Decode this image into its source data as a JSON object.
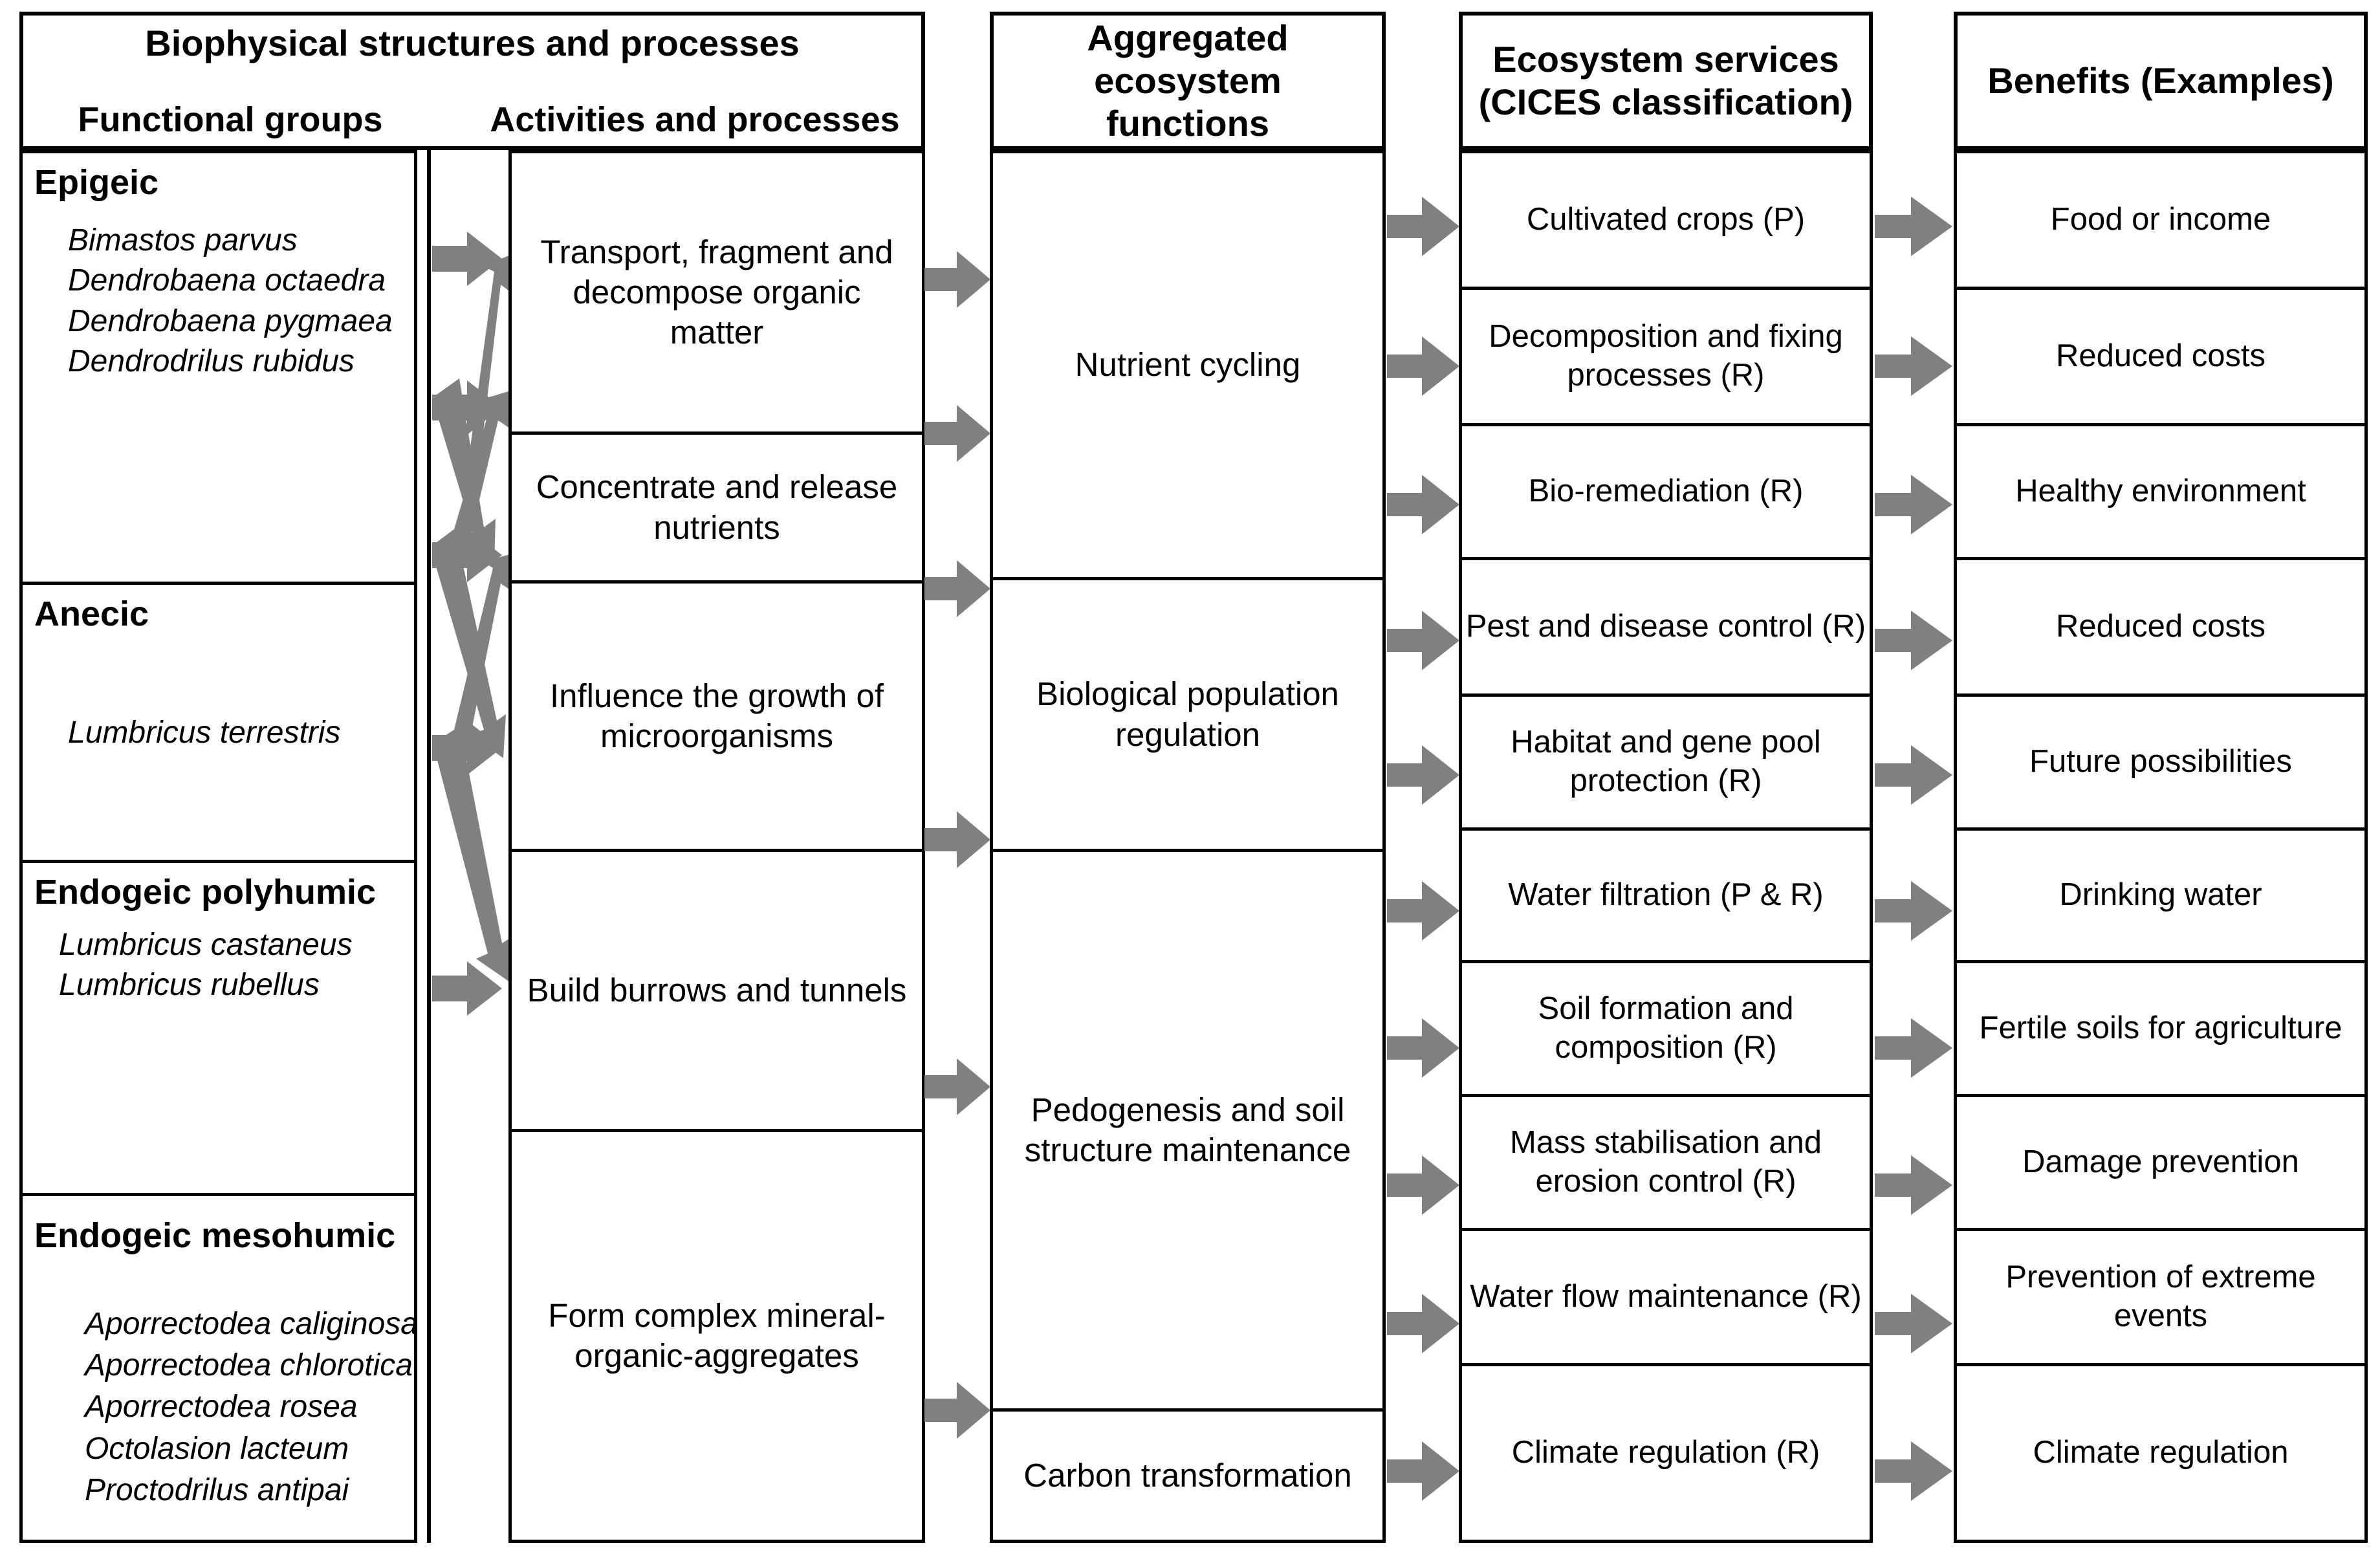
{
  "diagram": {
    "title": "Earthworm functional groups to benefits cascade",
    "arrow_color": "#808080",
    "line_color": "#000000",
    "background": "#ffffff"
  },
  "columns": {
    "biophysical": {
      "band_title": "Biophysical structures and processes",
      "sub_left": "Functional  groups",
      "sub_right": "Activities and processes"
    },
    "functions": {
      "title_line1": "Aggregated ecosystem",
      "title_line2": "functions"
    },
    "services": {
      "title_line1": "Ecosystem services",
      "title_line2": "(CICES classification)"
    },
    "benefits": {
      "title": "Benefits (Examples)"
    }
  },
  "functional_groups": [
    {
      "name": "Epigeic",
      "species": [
        "Bimastos parvus",
        "Dendrobaena octaedra",
        "Dendrobaena pygmaea",
        "Dendrodrilus rubidus"
      ]
    },
    {
      "name": "Anecic",
      "species": [
        "Lumbricus terrestris"
      ]
    },
    {
      "name": "Endogeic polyhumic",
      "species": [
        "Lumbricus castaneus",
        "Lumbricus rubellus"
      ]
    },
    {
      "name": "Endogeic mesohumic",
      "species": [
        "Aporrectodea caliginosa",
        "Aporrectodea chlorotica",
        "Aporrectodea rosea",
        "Octolasion lacteum",
        "Proctodrilus antipai"
      ]
    }
  ],
  "activities": [
    "Transport, fragment and decompose organic matter",
    "Concentrate and release nutrients",
    "Influence the growth of microorganisms",
    "Build burrows and tunnels",
    "Form complex mineral-organic-aggregates"
  ],
  "aggregated_functions": [
    "Nutrient cycling",
    "Biological population regulation",
    "Pedogenesis and soil structure maintenance",
    "Carbon transformation"
  ],
  "ecosystem_services": [
    "Cultivated crops (P)",
    "Decomposition and fixing processes (R)",
    "Bio-remediation (R)",
    "Pest and disease control (R)",
    "Habitat and gene pool protection (R)",
    "Water filtration (P & R)",
    "Soil formation and composition (R)",
    "Mass stabilisation and erosion control (R)",
    "Water flow maintenance (R)",
    "Climate regulation (R)"
  ],
  "benefits": [
    "Food or income",
    "Reduced costs",
    "Healthy environment",
    "Reduced costs",
    "Future possibilities",
    "Drinking water",
    "Fertile soils for agriculture",
    "Damage prevention",
    "Prevention of extreme events",
    "Climate regulation"
  ]
}
